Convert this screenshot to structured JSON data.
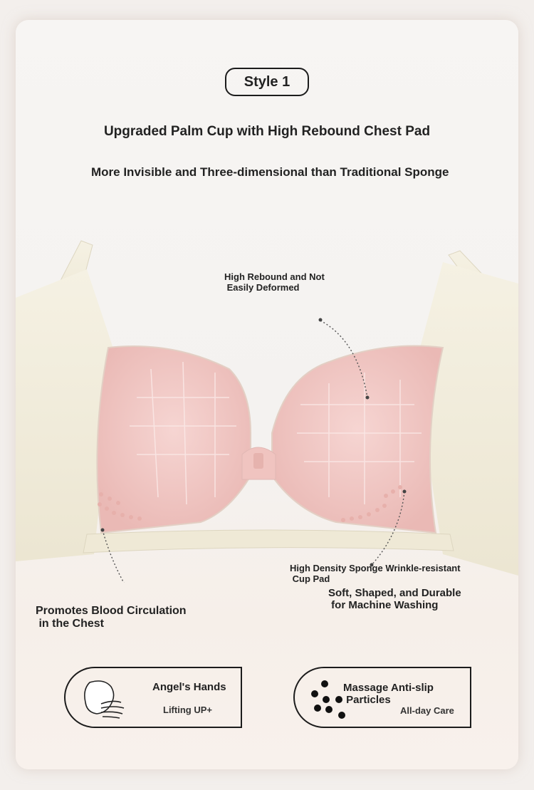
{
  "style_tag": "Style 1",
  "headline": "Upgraded Palm Cup with High Rebound Chest Pad",
  "subline": "More Invisible and Three-dimensional than Traditional Sponge",
  "callouts": {
    "rebound": "High Rebound and Not\n Easily Deformed",
    "sponge": "High Density Sponge Wrinkle-resistant\n Cup Pad",
    "soft": "Soft, Shaped, and Durable\n for Machine Washing",
    "blood": "Promotes Blood Circulation\n in the Chest"
  },
  "features": [
    {
      "title": "Angel's Hands",
      "subtitle": "Lifting UP+",
      "icon": "hand-icon"
    },
    {
      "title": "Massage Anti-slip\n Particles",
      "subtitle": "All-day Care",
      "icon": "dots-icon"
    }
  ],
  "colors": {
    "cup_pink": "#f2c9c6",
    "frame_cream": "#f3eedd",
    "outline": "#1c1c1c"
  }
}
